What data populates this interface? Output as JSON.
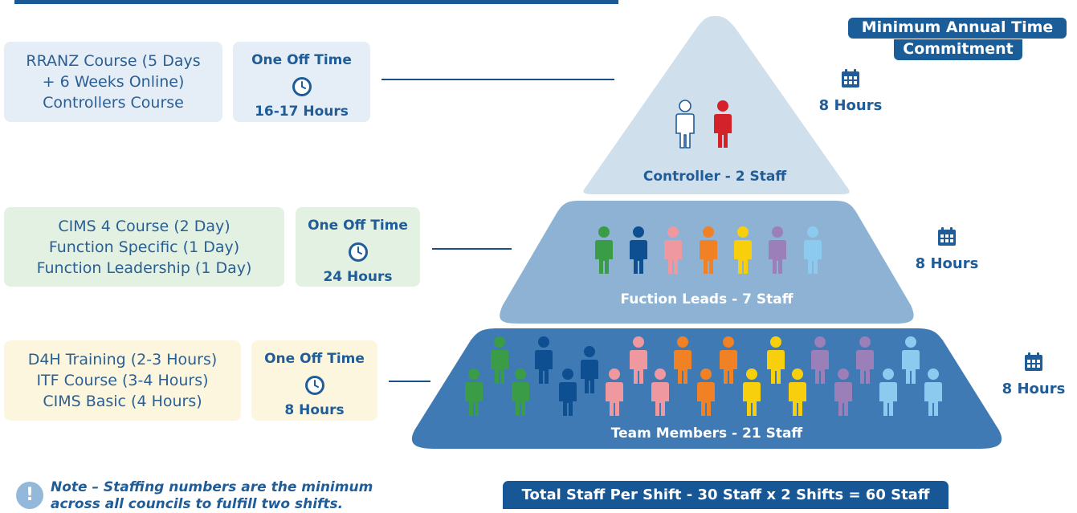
{
  "colors": {
    "navy": "#1c5a96",
    "tier_top": "#cfdfec",
    "tier_mid": "#8eb2d4",
    "tier_bottom": "#3f7ab4",
    "green_person": "#3a9c47",
    "navy_person": "#0d4f91",
    "pink_person": "#ef98a0",
    "orange_person": "#f08124",
    "yellow_person": "#f7cf0d",
    "purple_person": "#9a7fb8",
    "lightblue_person": "#8ccbef",
    "red_person": "#d3222a"
  },
  "annual": {
    "line1": "Minimum Annual Time",
    "line2": "Commitment"
  },
  "tiers": {
    "top": {
      "label": "Controller - 2 Staff",
      "hours": "8 Hours",
      "people": [
        "outline",
        "red"
      ],
      "course_lines": [
        "RRANZ Course (5 Days",
        "+ 6 Weeks Online)",
        "Controllers Course"
      ],
      "time_label": "One Off Time",
      "time_value": "16-17 Hours"
    },
    "middle": {
      "label": "Fuction Leads - 7 Staff",
      "hours": "8 Hours",
      "people": [
        "green",
        "navy",
        "pink",
        "orange",
        "yellow",
        "purple",
        "lightblue"
      ],
      "course_lines": [
        "CIMS 4 Course (2 Day)",
        "Function Specific (1 Day)",
        "Function Leadership (1 Day)"
      ],
      "time_label": "One Off Time",
      "time_value": "24 Hours"
    },
    "bottom": {
      "label": "Team Members - 21 Staff",
      "hours": "8 Hours",
      "people": [
        "green",
        "green",
        "green",
        "navy",
        "navy",
        "navy",
        "pink",
        "pink",
        "pink",
        "orange",
        "orange",
        "orange",
        "yellow",
        "yellow",
        "yellow",
        "purple",
        "purple",
        "purple",
        "lightblue",
        "lightblue",
        "lightblue"
      ],
      "course_lines": [
        "D4H Training (2-3 Hours)",
        "ITF Course (3-4 Hours)",
        "CIMS Basic (4 Hours)"
      ],
      "time_label": "One Off Time",
      "time_value": "8 Hours"
    }
  },
  "total": "Total Staff Per Shift - 30 Staff x 2 Shifts = 60 Staff",
  "note": {
    "icon": "!",
    "line1": "Note – Staffing numbers are the minimum",
    "line2": "across all councils to fulfill two shifts."
  }
}
